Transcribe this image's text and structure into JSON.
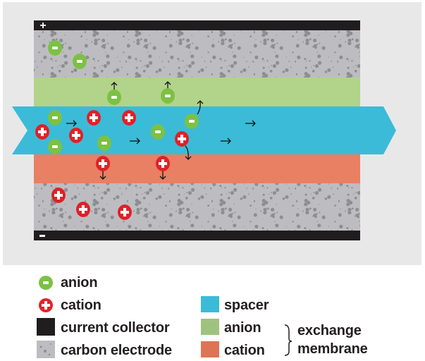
{
  "diagram": {
    "collector_top_sign": "+",
    "collector_bottom_sign": "-",
    "ion_signs": {
      "anion": "-",
      "cation": "+"
    }
  },
  "legend": {
    "anion": "anion",
    "cation": "cation",
    "current_collector": "current collector",
    "carbon_electrode": "carbon electrode",
    "spacer": "spacer",
    "anion_membrane": "anion",
    "cation_membrane": "cation",
    "exchange_line1": "exchange",
    "exchange_line2": "membrane"
  },
  "colors": {
    "background_panel": "#e8e8e9",
    "current_collector": "#1f1d1e",
    "carbon_electrode": "#bdbdc1",
    "electrode_dots": "#8e8e92",
    "anion_membrane": "#b2d38a",
    "cation_membrane": "#e97f63",
    "spacer": "#3bbbd8",
    "anion": "#7cc143",
    "cation": "#e3232a"
  }
}
